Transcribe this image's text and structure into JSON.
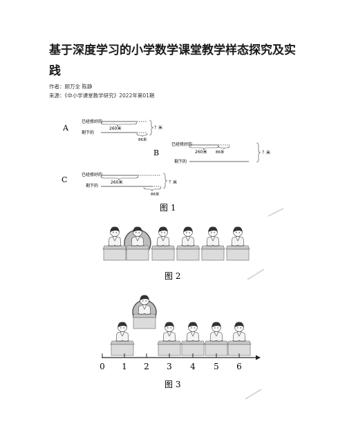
{
  "article": {
    "title": "基于深度学习的小学数学课堂教学样态探究及实践",
    "author_line": "作者：顾万全 陈静",
    "source_line": "来源：《中小学课堂教学研究》2022年第01期"
  },
  "figure1": {
    "caption": "图 1",
    "panels": [
      {
        "letter": "A",
        "repaired": "已经修好的",
        "remaining": "剩下的",
        "seg1": "260米",
        "seg2": "86米",
        "total": "？米"
      },
      {
        "letter": "B",
        "repaired": "已经修好的",
        "remaining": "剩下的",
        "seg1": "260米",
        "seg2": "86米",
        "total": "？米"
      },
      {
        "letter": "C",
        "repaired": "已经修好的",
        "remaining": "剩下的",
        "seg1": "260米",
        "seg2": "86米",
        "total": "？米"
      }
    ]
  },
  "figure2": {
    "caption": "图 2",
    "student_count": 6,
    "highlighted_index": 1
  },
  "figure3": {
    "caption": "图 3",
    "axis_labels": [
      "0",
      "1",
      "2",
      "3",
      "4",
      "5",
      "6"
    ],
    "students_at": [
      1,
      3,
      4,
      5,
      6
    ],
    "lifted_student_at": 2
  }
}
